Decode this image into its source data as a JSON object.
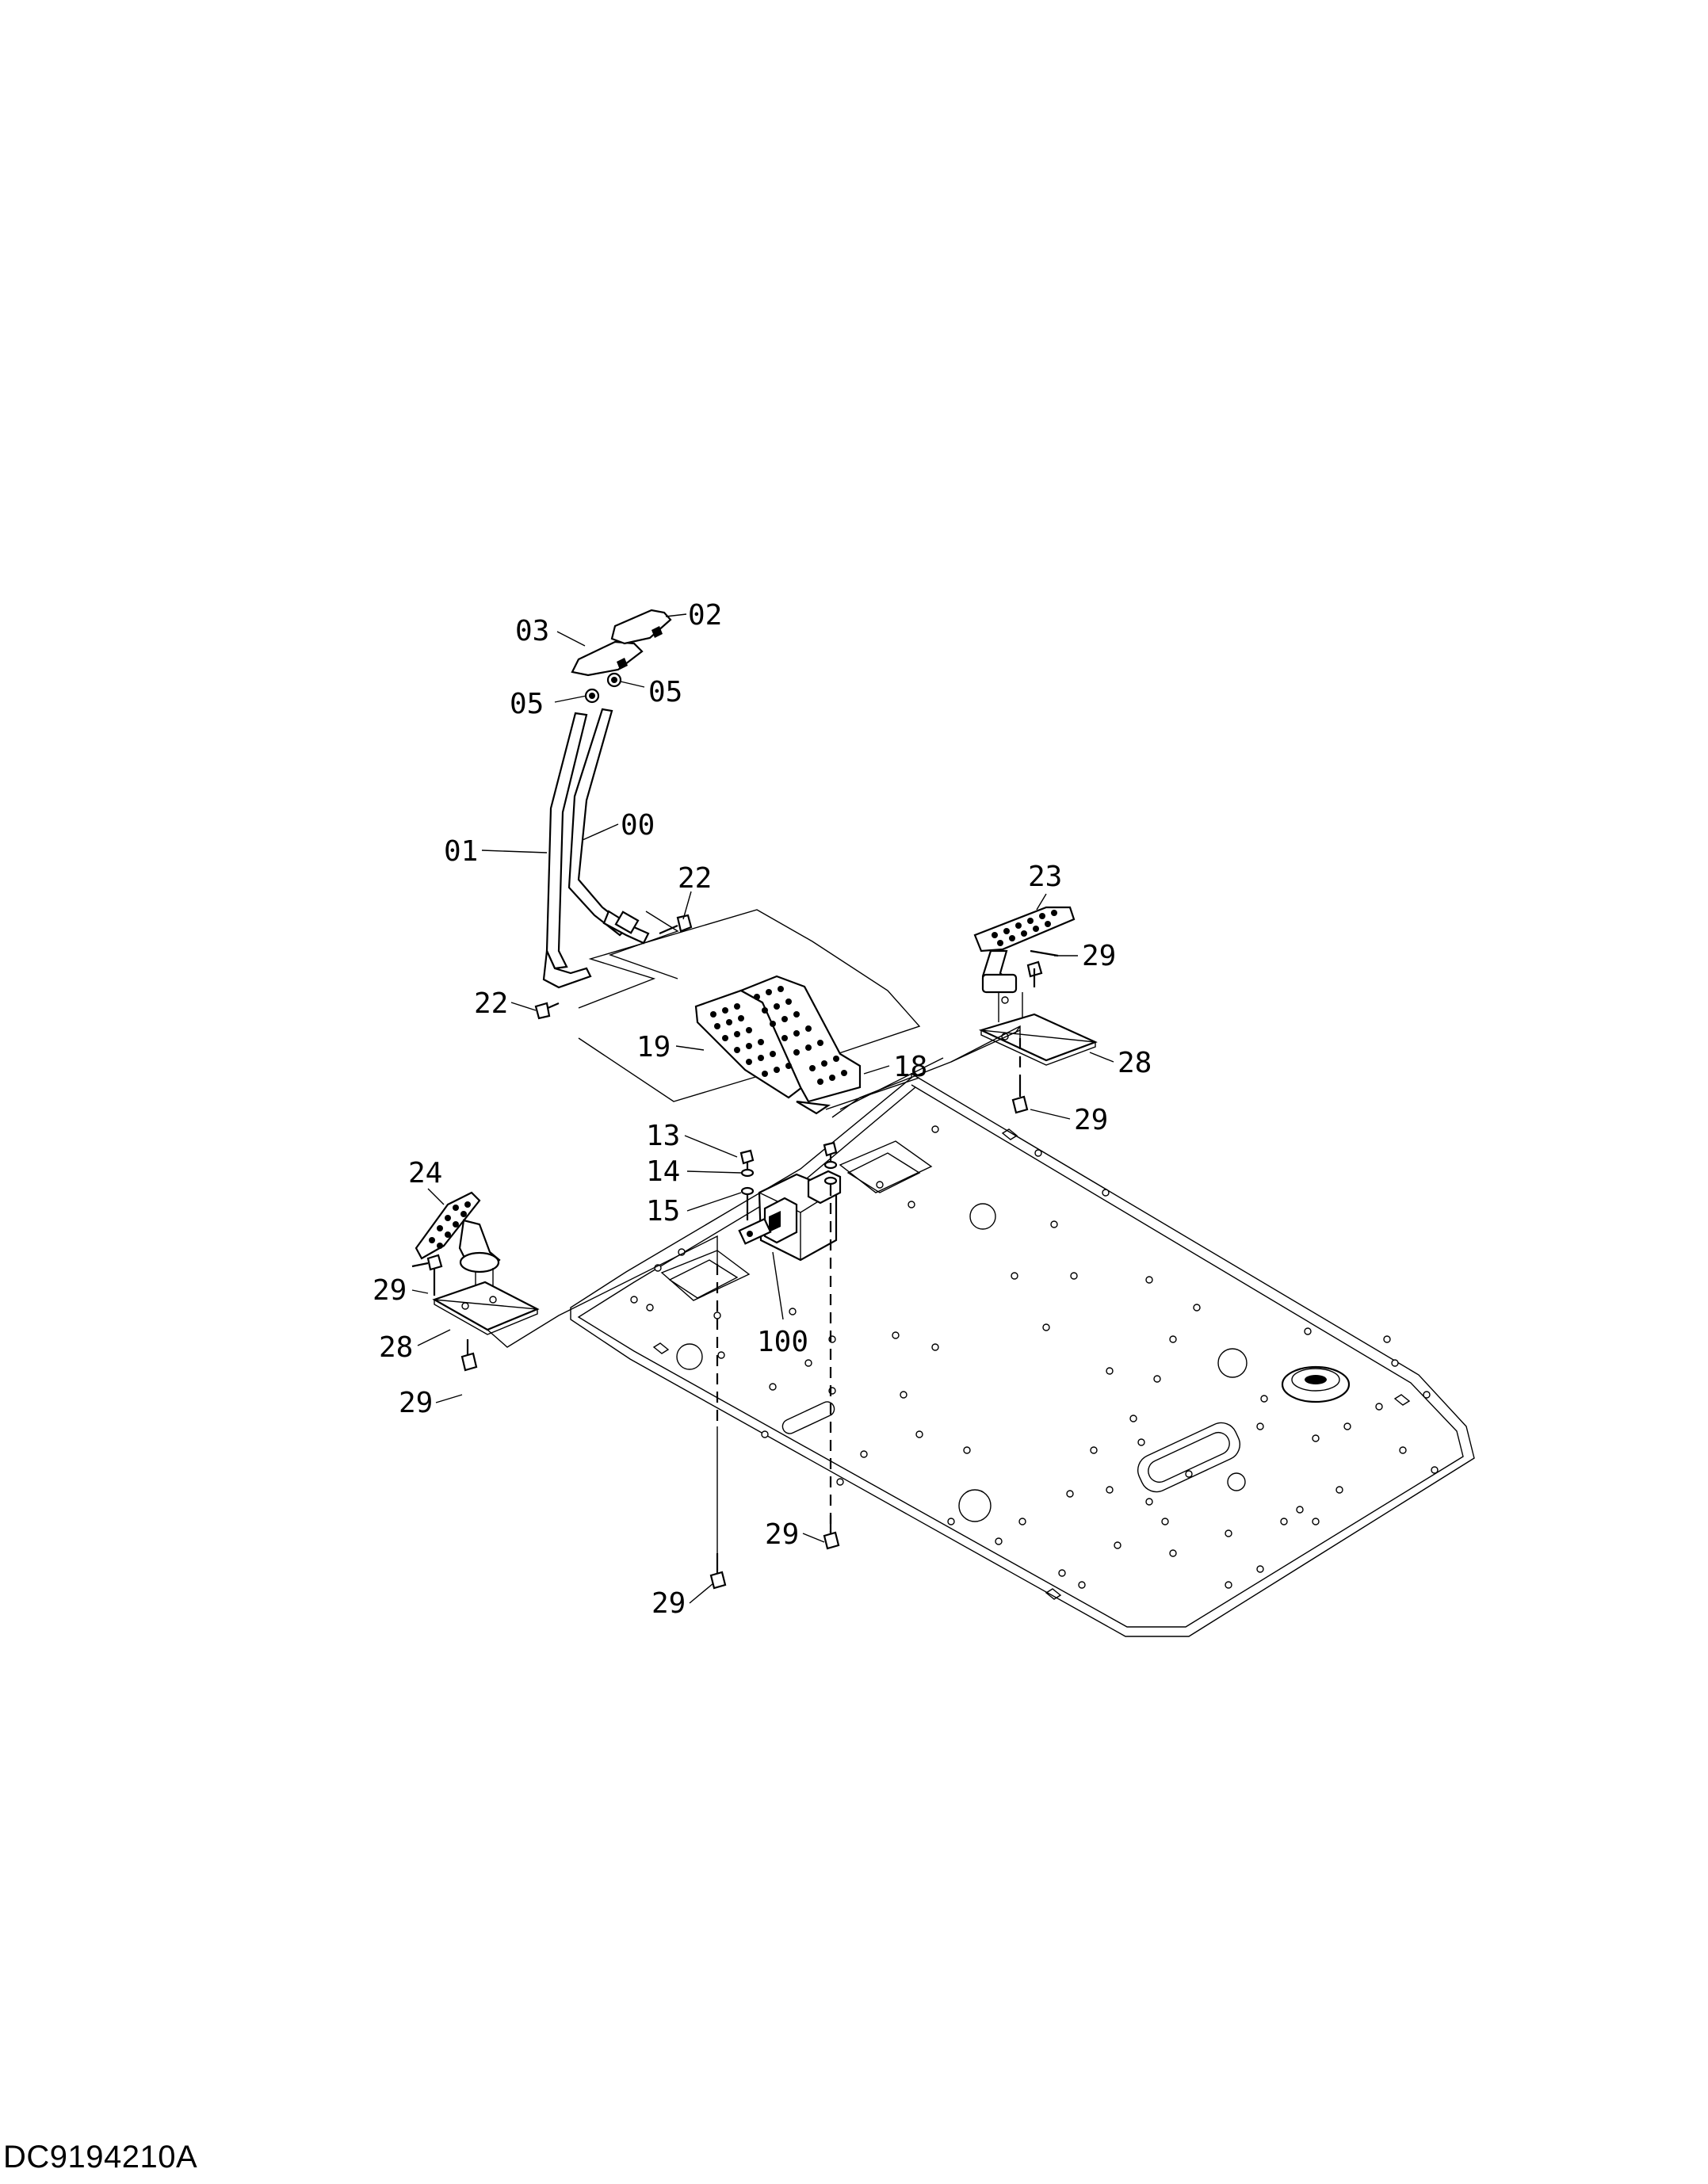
{
  "drawing_code": "DC9194210A",
  "callouts": {
    "c03": "03",
    "c02": "02",
    "c05a": "05",
    "c05b": "05",
    "c01": "01",
    "c00": "00",
    "c22a": "22",
    "c22b": "22",
    "c23": "23",
    "c29a": "29",
    "c19": "19",
    "c18": "18",
    "c28a": "28",
    "c29b": "29",
    "c13": "13",
    "c14": "14",
    "c15": "15",
    "c24": "24",
    "c29c": "29",
    "c28b": "28",
    "c100": "100",
    "c29d": "29",
    "c29e": "29",
    "c29f": "29"
  }
}
